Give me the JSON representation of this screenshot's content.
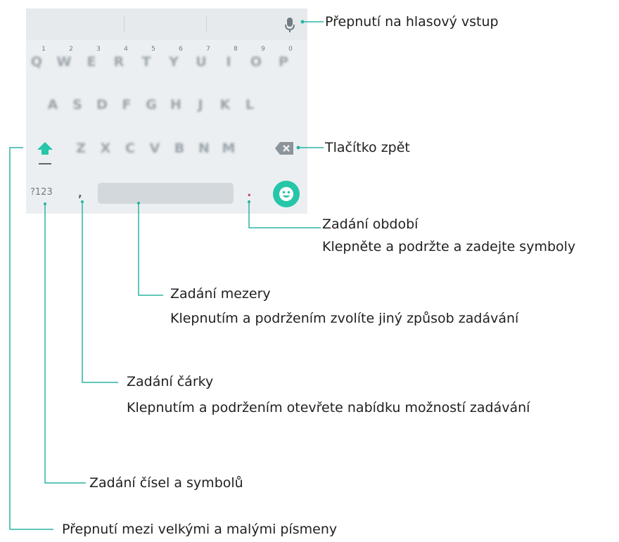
{
  "keyboard": {
    "number_hints": [
      "1",
      "2",
      "3",
      "4",
      "5",
      "6",
      "7",
      "8",
      "9",
      "0"
    ],
    "row1": [
      "Q",
      "W",
      "E",
      "R",
      "T",
      "Y",
      "U",
      "I",
      "O",
      "P"
    ],
    "row2": [
      "A",
      "S",
      "D",
      "F",
      "G",
      "H",
      "J",
      "K",
      "L"
    ],
    "row3": [
      "Z",
      "X",
      "C",
      "V",
      "B",
      "N",
      "M"
    ],
    "numsym_label": "?123",
    "comma_label": ",",
    "period_label": ".",
    "accent_color": "#26c6a8",
    "icons": [
      "microphone-icon",
      "shift-icon",
      "backspace-icon",
      "emoji-icon"
    ]
  },
  "callouts": {
    "voice_input": "Přepnutí na hlasový vstup",
    "backspace": "Tlačítko zpět",
    "period_title": "Zadání období",
    "period_desc": "Klepněte a podržte a zadejte symboly",
    "space_title": "Zadání mezery",
    "space_desc": "Klepnutím a podržením zvolíte jiný způsob zadávání",
    "comma_title": "Zadání čárky",
    "comma_desc": "Klepnutím a podržením otevřete nabídku možností zadávání",
    "numbers": "Zadání čísel a symbolů",
    "shift": "Přepnutí mezi velkými a malými písmeny"
  },
  "line_color": "#2bb3a3"
}
